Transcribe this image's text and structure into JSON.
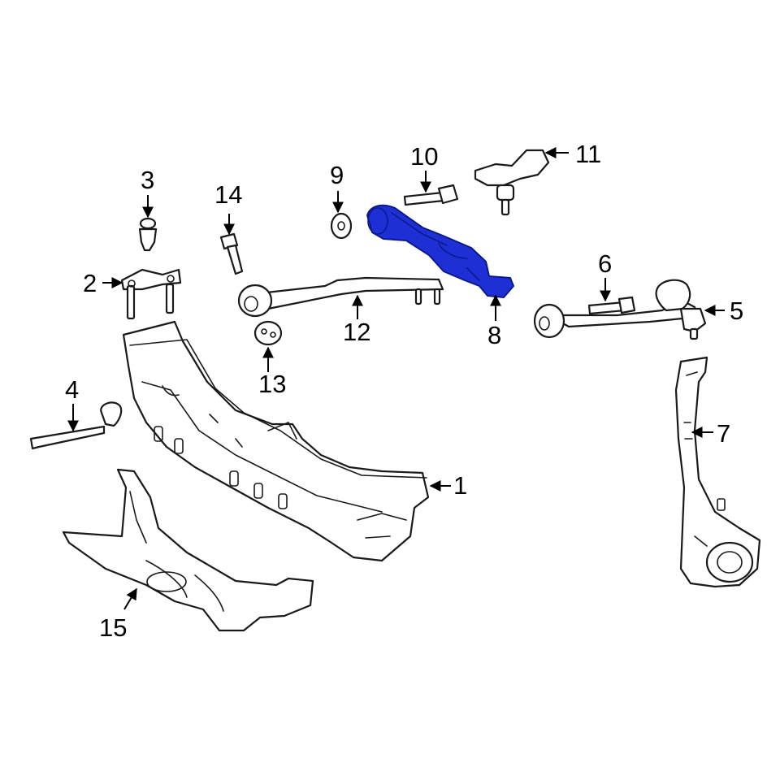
{
  "highlight_color": "#1f2fd6",
  "callouts": {
    "c1": "1",
    "c2": "2",
    "c3": "3",
    "c4": "4",
    "c5": "5",
    "c6": "6",
    "c7": "7",
    "c8": "8",
    "c9": "9",
    "c10": "10",
    "c11": "11",
    "c12": "12",
    "c13": "13",
    "c14": "14",
    "c15": "15"
  }
}
